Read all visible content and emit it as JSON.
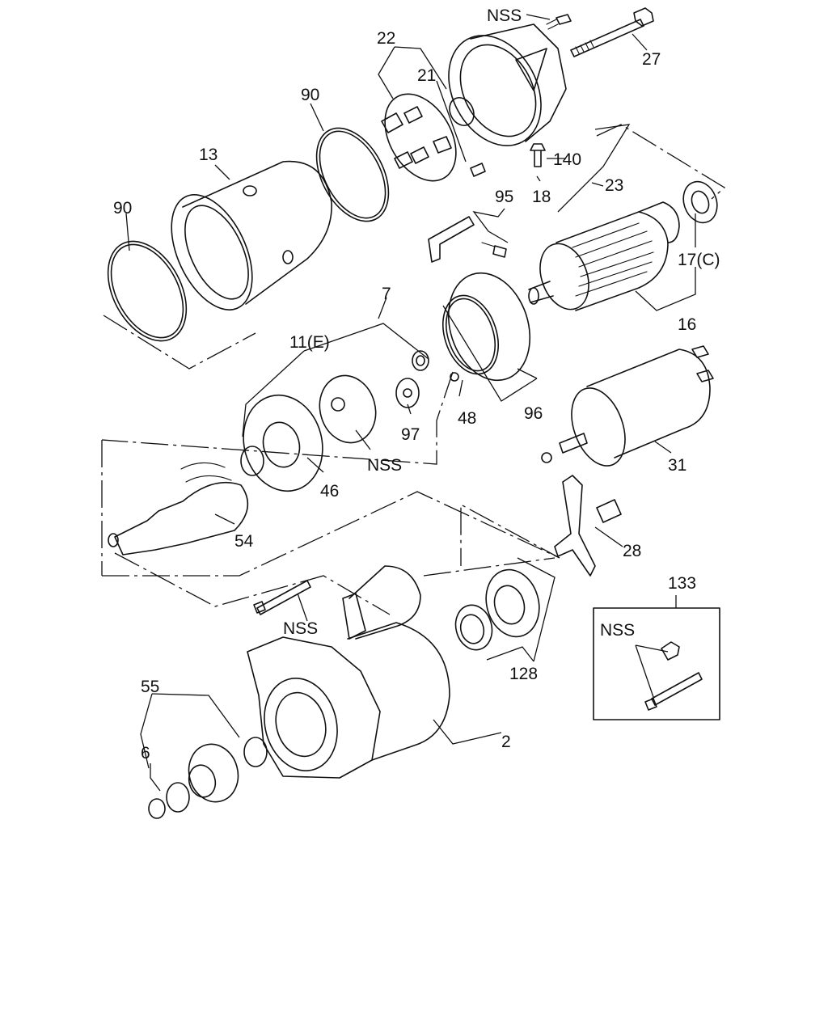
{
  "diagram": {
    "labels": {
      "nss_top": "NSS",
      "p27": "27",
      "p22": "22",
      "p21": "21",
      "p90a": "90",
      "p13": "13",
      "p140": "140",
      "p23": "23",
      "p18": "18",
      "p95": "95",
      "p90b": "90",
      "p17c": "17(C)",
      "p16": "16",
      "p7": "7",
      "p11e": "11(E)",
      "p48": "48",
      "p96": "96",
      "p97": "97",
      "nss_mid": "NSS",
      "p31": "31",
      "p46": "46",
      "p54": "54",
      "p28": "28",
      "p133": "133",
      "nss_low": "NSS",
      "nss_box": "NSS",
      "p55": "55",
      "p128": "128",
      "p6": "6",
      "p2": "2"
    }
  }
}
